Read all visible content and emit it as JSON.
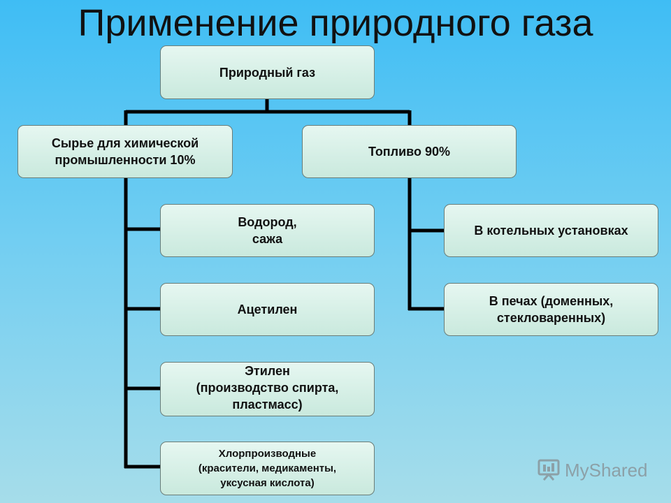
{
  "title": "Применение природного газа",
  "nodes": {
    "root": "Природный газ",
    "chem": "Сырье для химической\nпромышленности 10%",
    "fuel": "Топливо 90%",
    "hydrogen": "Водород,\nсажа",
    "acetylene": "Ацетилен",
    "ethylene": "Этилен\n(производство спирта,\nпластмасс)",
    "chloro": "Хлорпроизводные\n(красители, медикаменты,\nуксусная кислота)",
    "boilers": "В котельных установках",
    "furnaces": "В печах (доменных,\nстекловаренных)"
  },
  "watermark": "MyShared"
}
